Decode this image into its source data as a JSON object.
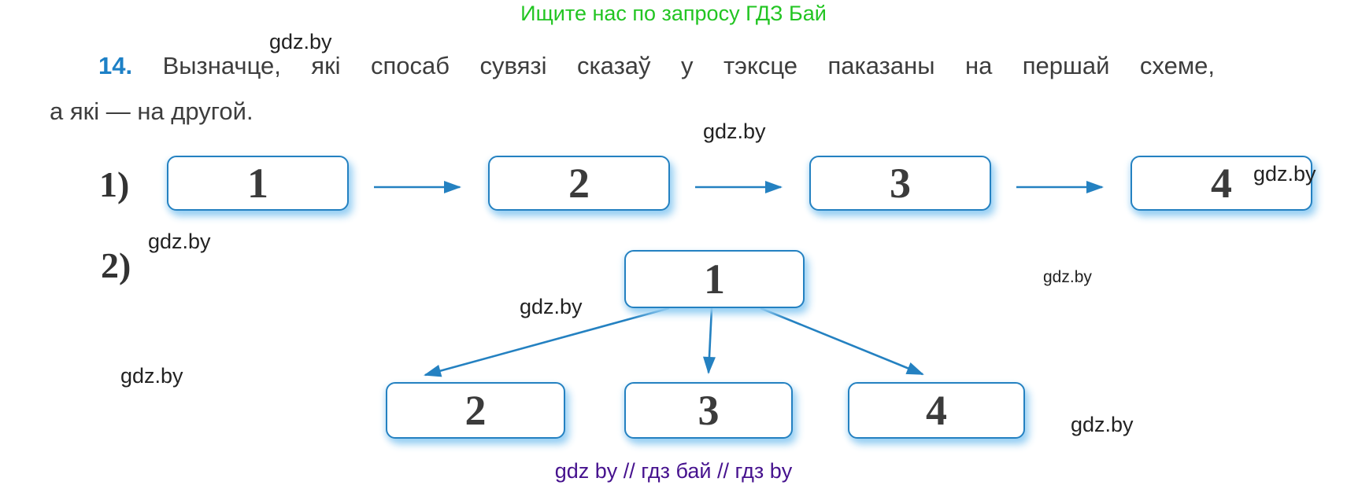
{
  "promo_header": {
    "text": "Ищите нас по запросу ГДЗ Бай"
  },
  "task": {
    "number": "14.",
    "line1": "Вызначце, які спосаб сувязі сказаў у тэксце паказаны на першай схеме,",
    "line2": "а які — на другой."
  },
  "scheme1": {
    "label": "1)",
    "boxes": [
      "1",
      "2",
      "3",
      "4"
    ]
  },
  "scheme2": {
    "label": "2)",
    "root": "1",
    "children": [
      "2",
      "3",
      "4"
    ]
  },
  "watermark": {
    "text": "gdz.by"
  },
  "footer": {
    "text": "gdz by  //  гдз бай  //  гдз by"
  },
  "colors": {
    "accent_blue": "#2481c1",
    "glow_blue": "#bfe2f7",
    "promo_green": "#22c522",
    "footer_purple": "#46128e",
    "task_number_blue": "#1d80c6",
    "text_dark": "#3d3d3d"
  }
}
